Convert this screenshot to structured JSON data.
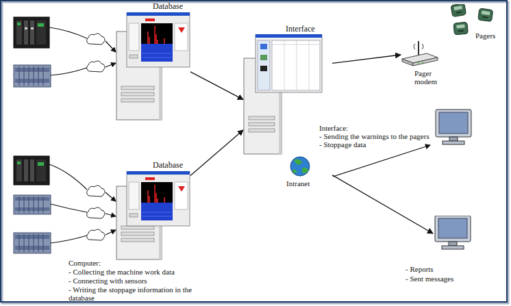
{
  "diagram": {
    "nodes": [
      {
        "text": [
          "Database"
        ]
      },
      {
        "text": [
          "Database",
          "Computer:",
          "- Collecting the machine work data",
          "- Connecting with sensors",
          "- Writing the stoppage information in the database"
        ]
      },
      {
        "text": [
          "Interface",
          "Interface:",
          "- Sending the warnings to the pagers",
          "- Stoppage data"
        ]
      },
      {
        "text": [
          "Pager modem"
        ]
      },
      {
        "text": [
          "Pagers"
        ]
      },
      {
        "text": [
          "- Reports",
          "- Sent messages"
        ]
      }
    ],
    "edges": [
      {
        "from": 0,
        "to": 2,
        "arrow": "to"
      },
      {
        "from": 1,
        "to": 2,
        "arrow": "to"
      },
      {
        "from": 2,
        "to": 3,
        "arrow": "to"
      },
      {
        "from": 2,
        "to": 5,
        "arrow": "to"
      }
    ],
    "labels": [
      "Intranet"
    ]
  }
}
